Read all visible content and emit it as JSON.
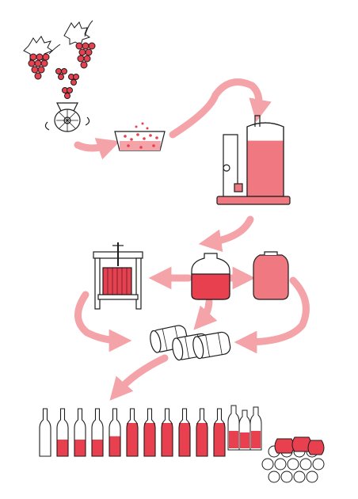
{
  "diagram": {
    "colors": {
      "ink": "#1c1c1c",
      "wine": "#e8404f",
      "wine_light": "#f07880",
      "arrow": "#f4a3a8",
      "paper": "#ffffff"
    },
    "stages": [
      {
        "id": "grapes",
        "icon": "grape-bunches-icon"
      },
      {
        "id": "crusher",
        "icon": "crusher-destemmer-icon"
      },
      {
        "id": "must-tray",
        "icon": "must-tray-icon"
      },
      {
        "id": "fermentation-tank",
        "icon": "fermentation-tank-icon"
      },
      {
        "id": "wine-press",
        "icon": "wine-press-icon"
      },
      {
        "id": "demijohn-dark",
        "icon": "demijohn-dark-icon"
      },
      {
        "id": "demijohn-light",
        "icon": "demijohn-light-icon"
      },
      {
        "id": "barrels",
        "icon": "barrels-icon"
      },
      {
        "id": "bottles",
        "icon": "bottles-icon"
      },
      {
        "id": "bottle-rack",
        "icon": "bottle-rack-icon"
      }
    ],
    "tank_fill_level": 0.8,
    "bottles": [
      {
        "fill": 0.0,
        "shape": "bordeaux"
      },
      {
        "fill": 0.5,
        "shape": "bordeaux"
      },
      {
        "fill": 0.5,
        "shape": "bordeaux"
      },
      {
        "fill": 0.5,
        "shape": "bordeaux"
      },
      {
        "fill": 0.6,
        "shape": "bordeaux"
      },
      {
        "fill": 1.0,
        "shape": "bordeaux"
      },
      {
        "fill": 1.0,
        "shape": "bordeaux"
      },
      {
        "fill": 1.0,
        "shape": "bordeaux"
      },
      {
        "fill": 1.0,
        "shape": "bordeaux"
      },
      {
        "fill": 1.0,
        "shape": "bordeaux"
      },
      {
        "fill": 1.0,
        "shape": "burgundy"
      }
    ]
  }
}
